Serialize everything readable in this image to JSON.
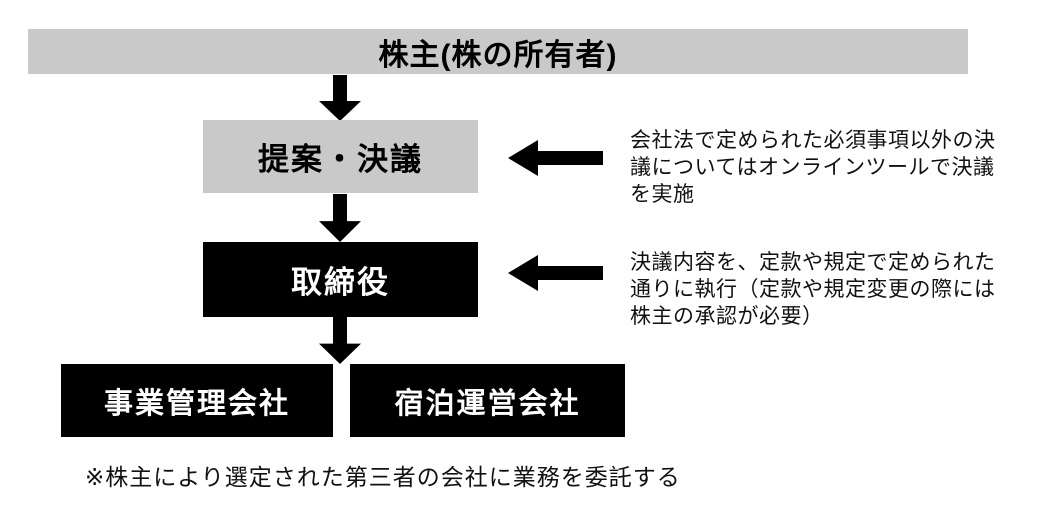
{
  "diagram": {
    "title_bar": {
      "label": "株主(株の所有者)"
    },
    "nodes": [
      {
        "id": "proposal",
        "label": "提案・決議"
      },
      {
        "id": "directors",
        "label": "取締役"
      },
      {
        "id": "company1",
        "label": "事業管理会社"
      },
      {
        "id": "company2",
        "label": "宿泊運営会社"
      }
    ],
    "annotations": [
      {
        "lines": [
          "会社法で定められた必須事項以外の決",
          "議についてはオンラインツールで決議",
          "を実施"
        ]
      },
      {
        "lines": [
          "決議内容を、定款や規定で定められた",
          "通りに執行（定款や規定変更の際には",
          "株主の承認が必要）"
        ]
      }
    ],
    "footnote": "※株主により選定された第三者の会社に業務を委託する",
    "icons": {
      "down_arrow": "down-arrow-icon",
      "left_arrow": "left-arrow-icon"
    },
    "colors": {
      "bar_gray": "#c9c9c9",
      "box_black": "#000000",
      "text_white": "#ffffff",
      "text_black": "#000000",
      "arrow_black": "#000000"
    }
  }
}
